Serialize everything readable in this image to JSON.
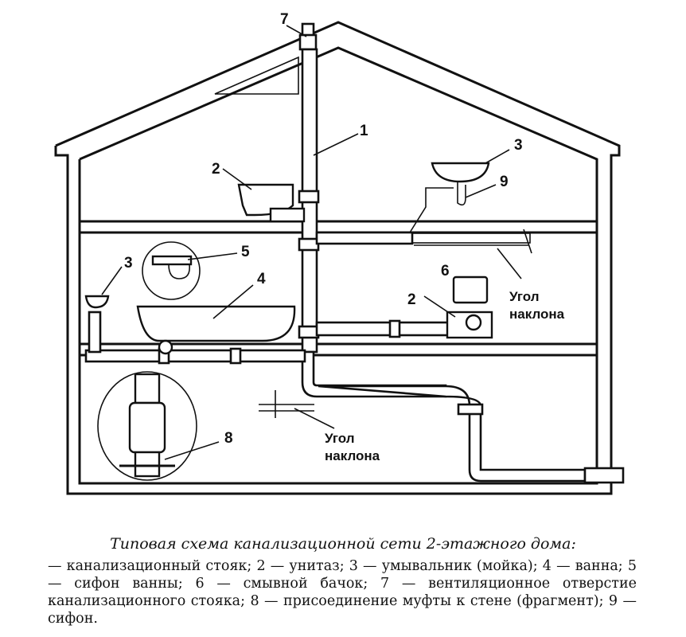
{
  "labels": {
    "l1": "1",
    "l2_upper": "2",
    "l2_lower": "2",
    "l3_upper": "3",
    "l3_left": "3",
    "l4": "4",
    "l5": "5",
    "l6": "6",
    "l7": "7",
    "l8": "8",
    "l9": "9",
    "slope_right_1": "Угол",
    "slope_right_2": "наклона",
    "slope_bottom_1": "Угол",
    "slope_bottom_2": "наклона"
  },
  "caption": {
    "title": "Типовая схема канализационной сети 2-этажного дома:",
    "text": "— канализационный стояк; 2 — унитаз; 3 — умывальник (мойка); 4 — ванна; 5 — сифон ванны; 6 — смывной бачок; 7 — вентиляционное отверстие канализационного стояка; 8 — присоединение муфты к стене (фрагмент); 9 — сифон."
  }
}
